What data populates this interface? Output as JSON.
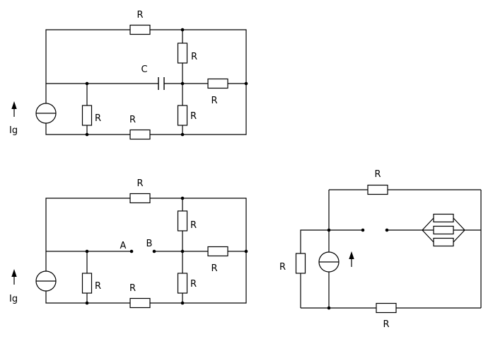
{
  "diagram": {
    "kind": "circuit-schematics",
    "colors": {
      "line": "#000000",
      "background": "#ffffff"
    },
    "circuit1": {
      "labels": {
        "r_top": "R",
        "r_branch_upper": "R",
        "capacitor": "C",
        "r_right": "R",
        "r_shunt": "R",
        "r_branch_lower": "R",
        "r_bottom": "R",
        "source": "Ig"
      }
    },
    "circuit2": {
      "labels": {
        "r_top": "R",
        "r_branch_upper": "R",
        "terminal_a": "A",
        "terminal_b": "B",
        "r_right": "R",
        "r_shunt": "R",
        "r_branch_lower": "R",
        "r_bottom": "R",
        "source": "Ig"
      }
    },
    "circuit3": {
      "labels": {
        "r_top": "R",
        "r_left": "R",
        "r_bottom": "R"
      }
    }
  }
}
